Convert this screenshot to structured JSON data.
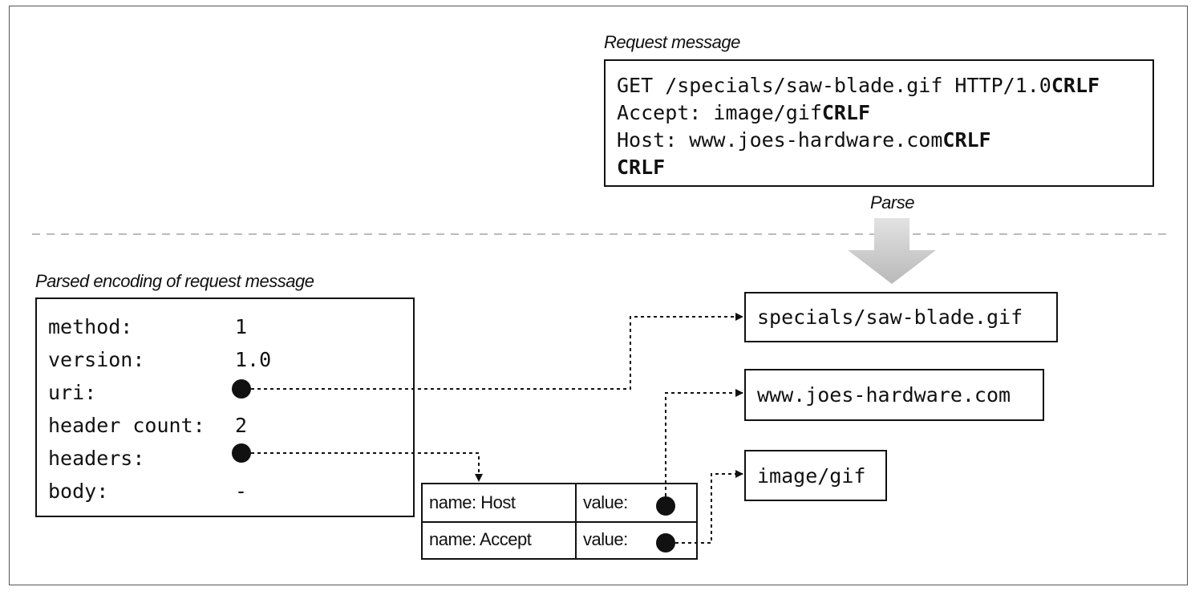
{
  "request": {
    "caption": "Request message",
    "lines": [
      {
        "text": "GET /specials/saw-blade.gif HTTP/1.0",
        "crlf": "CRLF"
      },
      {
        "text": "Accept: image/gif",
        "crlf": "CRLF"
      },
      {
        "text": "Host: www.joes-hardware.com",
        "crlf": "CRLF"
      },
      {
        "text": "",
        "crlf": "CRLF"
      }
    ]
  },
  "parse_label": "Parse",
  "parsed": {
    "caption": "Parsed encoding of request message",
    "fields": [
      {
        "name": "method:",
        "value": "1"
      },
      {
        "name": "version:",
        "value": "1.0"
      },
      {
        "name": "uri:",
        "value": ""
      },
      {
        "name": "header count:",
        "value": "2"
      },
      {
        "name": "headers:",
        "value": ""
      },
      {
        "name": "body:",
        "value": "-"
      }
    ]
  },
  "headers_table": {
    "rows": [
      {
        "name": "name: Host",
        "value": "value:"
      },
      {
        "name": "name: Accept",
        "value": "value:"
      }
    ]
  },
  "targets": {
    "uri": "specials/saw-blade.gif",
    "host": "www.joes-hardware.com",
    "accept": "image/gif"
  },
  "icons": {
    "pointer": "filled-circle-pointer-icon",
    "arrow": "arrowhead-icon",
    "parse_arrow": "down-arrow-icon"
  },
  "colors": {
    "ink": "#111111",
    "divider": "#bbbbbb",
    "parse_arrow": "#c8c8c8"
  }
}
